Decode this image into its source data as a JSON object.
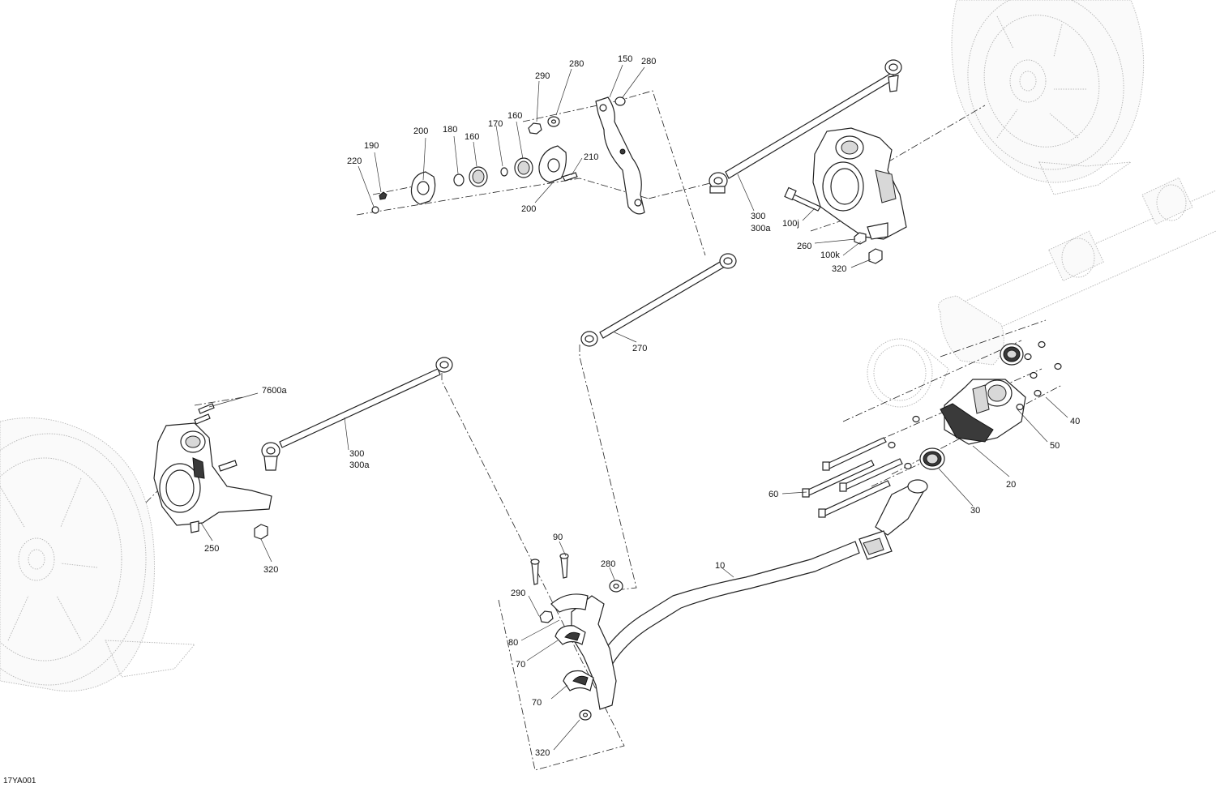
{
  "figure_code": "17YA001",
  "callouts": {
    "c290a": "290",
    "c280a": "280",
    "c150": "150",
    "c280b": "280",
    "c200a": "200",
    "c180": "180",
    "c170": "170",
    "c160a": "160",
    "c160b": "160",
    "c190": "190",
    "c220": "220",
    "c210": "210",
    "c200b": "200",
    "c300a_1": "300",
    "c300a_2": "300a",
    "c100j": "100j",
    "c260": "260",
    "c100k": "100k",
    "c320a": "320",
    "c270": "270",
    "c7600a": "7600a",
    "c300b_1": "300",
    "c300b_2": "300a",
    "c250": "250",
    "c320b": "320",
    "c40": "40",
    "c50": "50",
    "c20": "20",
    "c60": "60",
    "c30": "30",
    "c10": "10",
    "c90": "90",
    "c280c": "280",
    "c290b": "290",
    "c80": "80",
    "c70a": "70",
    "c70b": "70",
    "c320c": "320"
  }
}
